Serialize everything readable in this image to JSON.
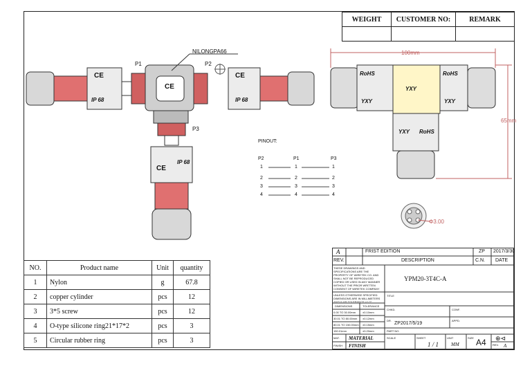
{
  "header": {
    "weight": "WEIGHT",
    "customer_no": "CUSTOMER NO:",
    "remark": "REMARK"
  },
  "labels": {
    "material_callout": "NILONGPA66",
    "p1": "P1",
    "p2": "P2",
    "p3": "P3",
    "ce": "CE",
    "ip68": "IP 68",
    "rohs": "RoHS",
    "yxy": "YXY",
    "dim_width": "100mm",
    "dim_height": "65mm",
    "dim_hole": "Φ3.00"
  },
  "pinout": {
    "title": "PINOUT:",
    "headers": [
      "P2",
      "P1",
      "P3"
    ],
    "rows": [
      [
        "1",
        "1",
        "1"
      ],
      [
        "2",
        "2",
        "2"
      ],
      [
        "3",
        "3",
        "3"
      ],
      [
        "4",
        "4",
        "4"
      ]
    ]
  },
  "bom": {
    "headers": [
      "NO.",
      "Product name",
      "Unit",
      "quantity"
    ],
    "rows": [
      [
        "1",
        "Nylon",
        "g",
        "67.8"
      ],
      [
        "2",
        "copper cylinder",
        "pcs",
        "12"
      ],
      [
        "3",
        "3*5 screw",
        "pcs",
        "12"
      ],
      [
        "4",
        "O-type silicone ring21*17*2",
        "pcs",
        "3"
      ],
      [
        "5",
        "Circular rubber ring",
        "pcs",
        "3"
      ]
    ]
  },
  "title_block": {
    "rev_letter": "A",
    "edition": "FRIST EDITION",
    "zp": "ZP",
    "date_val": "2017/3/30",
    "rev": "REV.",
    "description": "DESCRIPTION",
    "cn": "C.N.",
    "date": "DATE",
    "notice": "THESE DRAWINGS AND SPECIFICATIONS ARE THE PROPERTY OF WIRETEK CO. AND SHALL NOT BE REPRODUCED COPIED OR USED IN ANY MANNER WITHOUT THE PRIOR WRITTEN CONSENT OF WIRETEK COMPANY LIMITED.",
    "part": "YPM20-3T4C-A",
    "tol_note": "UNLESS OTHERWISE SPECIFIED DIMENSIONS ARE IN MILLIMETERS ANGULAR TOLERANCE ±1.0°",
    "dimensions": "DIMENSIONS",
    "tolerance": "TOLERANCE",
    "tol_rows": [
      [
        "0.00 TO 30.00mm",
        "±0.10mm"
      ],
      [
        "30.01 TO 80.00mm",
        "±0.12mm"
      ],
      [
        "80.01 TO 150.00mm",
        "±0.15mm"
      ],
      [
        "150.01mm",
        "±0.20mm"
      ]
    ],
    "title": "TITLE",
    "chkd": "CHKD.",
    "conf": "CONF.",
    "dr": "DR.",
    "drawn": "ZP2017/5/19",
    "appd": "APPD.",
    "part_no": "PART NO.",
    "mat": "MAT.",
    "material": "MATERIAL",
    "fin": "FINISH",
    "finish": "FINISH",
    "scale": "SCALE",
    "sheet": "SHEET",
    "sheet_val": "1 / 1",
    "unit": "UNIT",
    "unit_val": "MM",
    "size": "SIZE",
    "size_val": "A4",
    "rev2": "REV.",
    "rev_val": "A"
  }
}
